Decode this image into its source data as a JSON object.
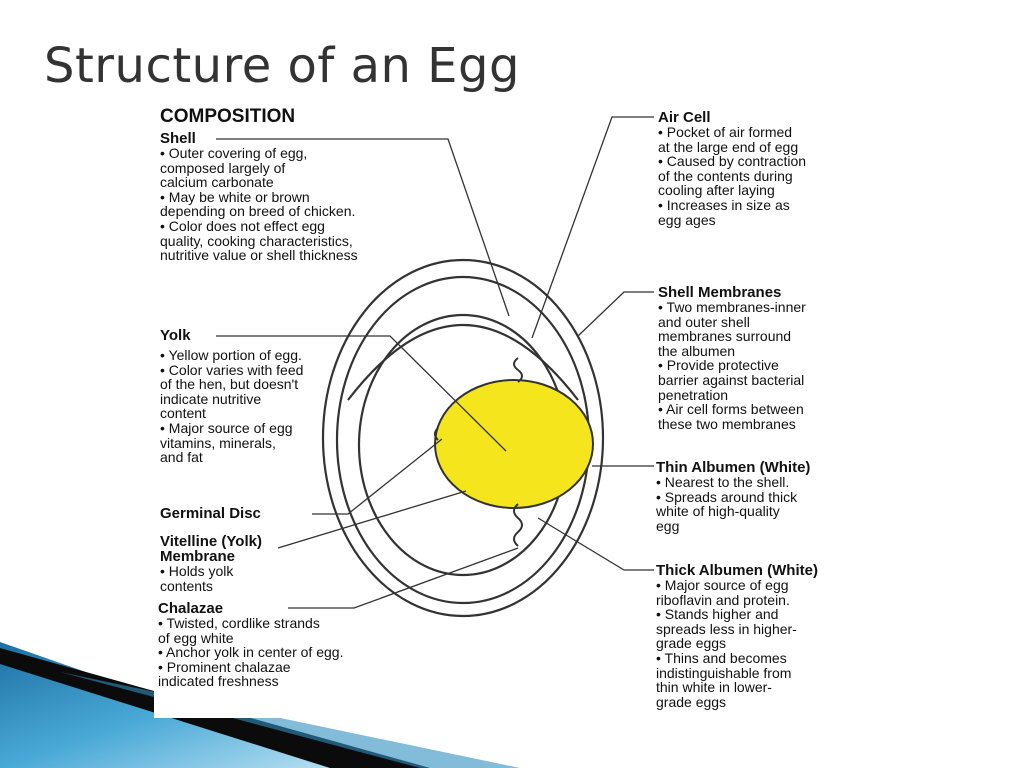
{
  "slide": {
    "title": "Structure of an Egg"
  },
  "diagram": {
    "heading": "COMPOSITION",
    "colors": {
      "yolk": "#f5e51c",
      "line": "#333333",
      "accent_dark": "#0b0b0b",
      "accent_blue": "#2f8fc0"
    },
    "labels": {
      "shell": {
        "title": "Shell",
        "bullets": [
          "• Outer covering of egg,",
          "composed largely of",
          "calcium carbonate",
          "• May be white or brown",
          "depending on breed of chicken.",
          "• Color does not effect egg",
          "quality, cooking characteristics,",
          "nutritive value or shell thickness"
        ]
      },
      "yolk": {
        "title": "Yolk",
        "bullets": [
          "• Yellow portion of egg.",
          "• Color varies with feed",
          "of the hen, but doesn't",
          "indicate nutritive",
          "content",
          "• Major source of egg",
          "vitamins, minerals,",
          "and fat"
        ]
      },
      "germinal_disc": {
        "title": "Germinal Disc"
      },
      "vitelline": {
        "title": "Vitelline (Yolk)",
        "title2": "Membrane",
        "bullets": [
          "• Holds yolk",
          "contents"
        ]
      },
      "chalazae": {
        "title": "Chalazae",
        "bullets": [
          "• Twisted, cordlike strands",
          "of egg white",
          "• Anchor yolk in center of egg.",
          "• Prominent chalazae",
          "indicated freshness"
        ]
      },
      "air_cell": {
        "title": "Air Cell",
        "bullets": [
          "• Pocket of air formed",
          "at the large end of egg",
          "• Caused by contraction",
          "of the contents during",
          "cooling after laying",
          "• Increases in size as",
          "egg ages"
        ]
      },
      "shell_membranes": {
        "title": "Shell Membranes",
        "bullets": [
          "• Two membranes-inner",
          "and outer shell",
          "membranes surround",
          "the albumen",
          "• Provide protective",
          "barrier against bacterial",
          "penetration",
          "• Air cell forms between",
          "these two membranes"
        ]
      },
      "thin_albumen": {
        "title": "Thin Albumen (White)",
        "bullets": [
          "• Nearest to the shell.",
          "• Spreads around thick",
          "white of high-quality",
          "egg"
        ]
      },
      "thick_albumen": {
        "title": "Thick Albumen (White)",
        "bullets": [
          "• Major source of egg",
          "riboflavin and protein.",
          "• Stands higher and",
          "spreads less in higher-",
          "grade eggs",
          "• Thins and becomes",
          "indistinguishable from",
          "thin white in lower-",
          "grade eggs"
        ]
      }
    }
  }
}
